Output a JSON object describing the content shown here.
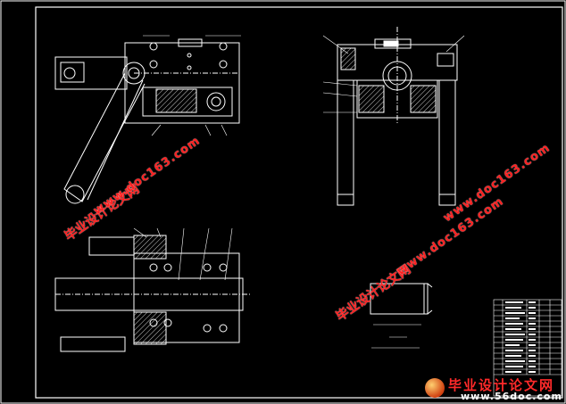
{
  "watermarks": {
    "cn_text": "毕业设计论文网",
    "url_text": "www.doc163.com",
    "url_text_lower": "www.doc163.com"
  },
  "footer": {
    "site_cn": "毕业设计论文网",
    "site_url": "www.56doc.com"
  },
  "colors": {
    "background": "#000000",
    "lines": "#ffffff",
    "watermark": "#ff2020"
  }
}
